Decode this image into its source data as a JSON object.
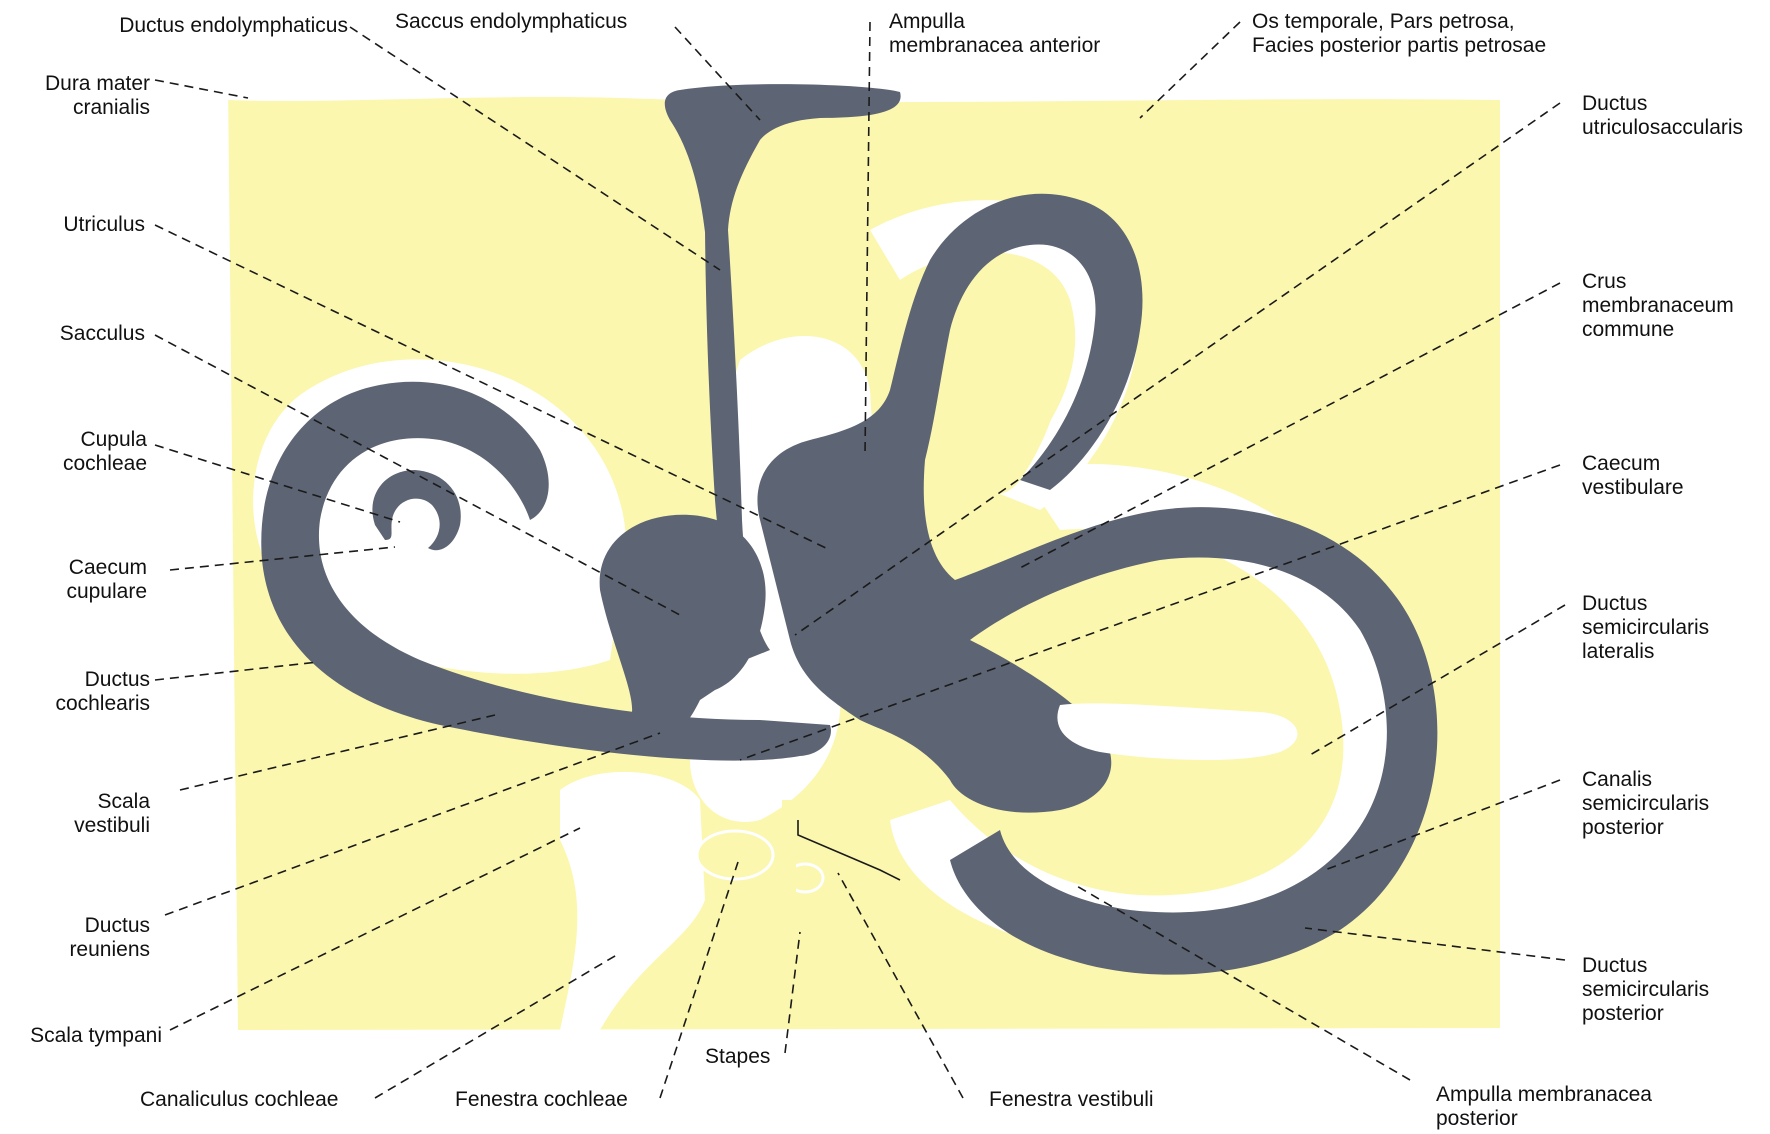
{
  "colors": {
    "bone": "#fbf7ae",
    "membrane": "#5d6473",
    "perilymph": "#ffffff",
    "leader": "#1a1a1a",
    "text": "#111111"
  },
  "labels": {
    "ductus_endolymphaticus": [
      "Ductus endolymphaticus"
    ],
    "saccus_endolymphaticus": [
      "Saccus endolymphaticus"
    ],
    "ampulla_anterior": [
      "Ampulla",
      "membranacea anterior"
    ],
    "os_temporale": [
      "Os temporale, Pars petrosa,",
      "Facies posterior partis petrosae"
    ],
    "dura_mater": [
      "Dura mater",
      "cranialis"
    ],
    "ductus_utriculosaccularis": [
      "Ductus",
      "utriculosaccularis"
    ],
    "utriculus": [
      "Utriculus"
    ],
    "crus_commune": [
      "Crus",
      "membranaceum",
      "commune"
    ],
    "sacculus": [
      "Sacculus"
    ],
    "cupula_cochleae": [
      "Cupula",
      "cochleae"
    ],
    "caecum_vestibulare": [
      "Caecum",
      "vestibulare"
    ],
    "caecum_cupulare": [
      "Caecum",
      "cupulare"
    ],
    "ductus_semicircularis_lateralis": [
      "Ductus",
      "semicircularis",
      "lateralis"
    ],
    "ductus_cochlearis": [
      "Ductus",
      "cochlearis"
    ],
    "canalis_semicircularis_posterior": [
      "Canalis",
      "semicircularis",
      "posterior"
    ],
    "scala_vestibuli": [
      "Scala",
      "vestibuli"
    ],
    "ductus_reuniens": [
      "Ductus",
      "reuniens"
    ],
    "ductus_semicircularis_posterior": [
      "Ductus",
      "semicircularis",
      "posterior"
    ],
    "scala_tympani": [
      "Scala tympani"
    ],
    "stapes": [
      "Stapes"
    ],
    "canaliculus_cochleae": [
      "Canaliculus cochleae"
    ],
    "fenestra_cochleae": [
      "Fenestra cochleae"
    ],
    "fenestra_vestibuli": [
      "Fenestra vestibuli"
    ],
    "ampulla_posterior": [
      "Ampulla membranacea",
      "posterior"
    ]
  }
}
